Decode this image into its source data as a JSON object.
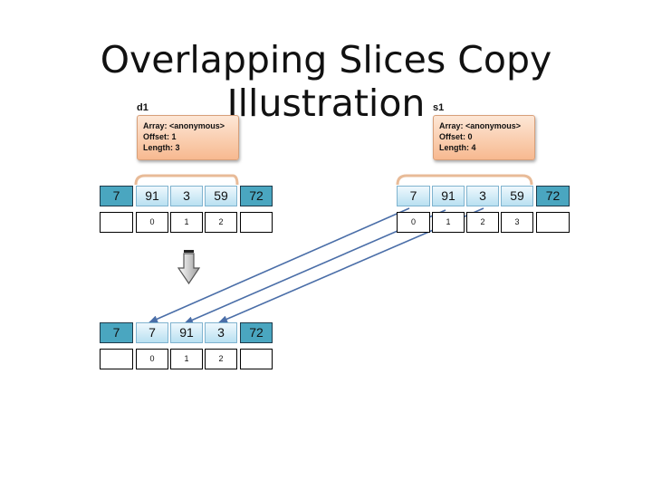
{
  "title": "Overlapping Slices Copy Illustration",
  "d1": {
    "label": "d1",
    "info": {
      "array": "Array:  <anonymous>",
      "offset": "Offset: 1",
      "length": "Length: 3"
    }
  },
  "s1": {
    "label": "s1",
    "info": {
      "array": "Array:  <anonymous>",
      "offset": "Offset: 0",
      "length": "Length: 4"
    }
  },
  "before_row": {
    "values": [
      "7",
      "91",
      "3",
      "59",
      "72"
    ],
    "d1_indices": [
      "0",
      "1",
      "2"
    ],
    "s1_indices": [
      "0",
      "1",
      "2",
      "3"
    ]
  },
  "after_row": {
    "values": [
      "7",
      "7",
      "91",
      "3",
      "72"
    ],
    "indices": [
      "0",
      "1",
      "2"
    ]
  },
  "colors": {
    "window_cell": "#b9e0f1",
    "outer_cell": "#4aa6c0",
    "info_box": "#f7b990",
    "arrow": "#4a6ea8"
  }
}
